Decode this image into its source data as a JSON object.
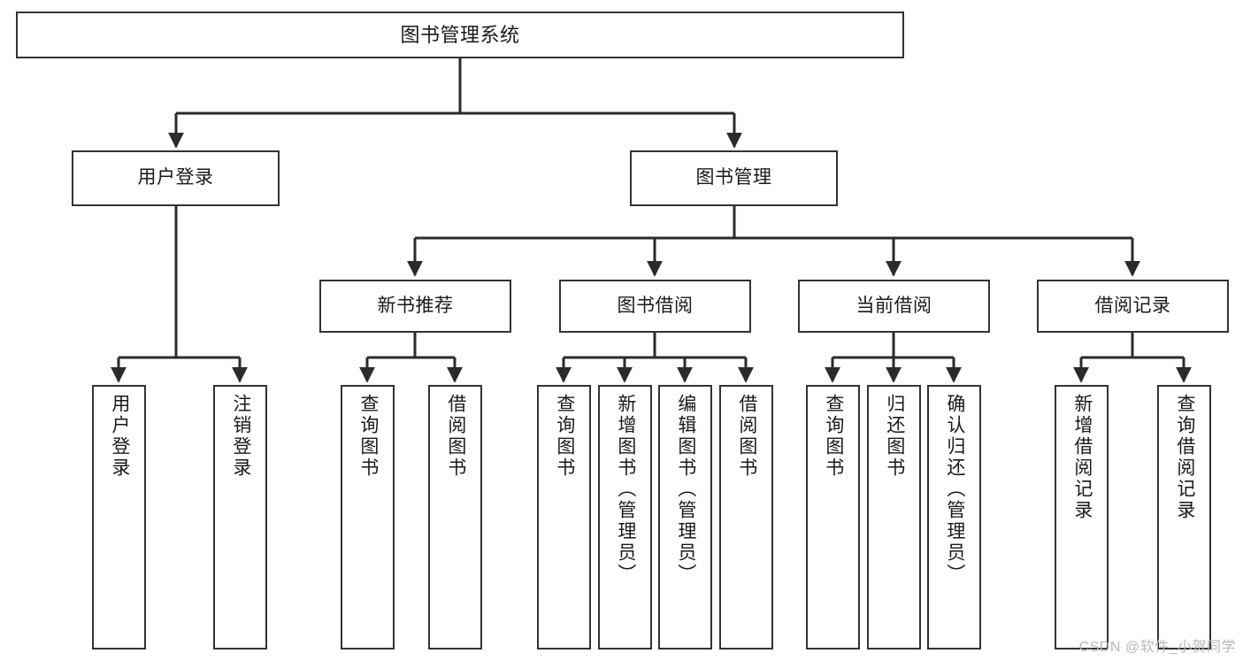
{
  "diagram": {
    "title": "图书管理系统",
    "type": "hierarchy-tree",
    "colors": {
      "box_border": "#333333",
      "box_fill": "#ffffff",
      "connector": "#2b2b2b",
      "text": "#1a1a1a",
      "watermark": "#b9b9b9"
    },
    "levels": {
      "root": {
        "label": "图书管理系统"
      },
      "level2": [
        {
          "id": "user-login",
          "label": "用户登录"
        },
        {
          "id": "book-manage",
          "label": "图书管理"
        }
      ],
      "level3": [
        {
          "id": "new-book-recommend",
          "label": "新书推荐"
        },
        {
          "id": "book-borrow",
          "label": "图书借阅"
        },
        {
          "id": "current-borrow",
          "label": "当前借阅"
        },
        {
          "id": "borrow-record",
          "label": "借阅记录"
        }
      ],
      "leaves": [
        {
          "id": "leaf-user-login",
          "label": "用户登录",
          "parent": "user-login"
        },
        {
          "id": "leaf-user-logout",
          "label": "注销登录",
          "parent": "user-login"
        },
        {
          "id": "leaf-query-book-1",
          "label": "查询图书",
          "parent": "new-book-recommend"
        },
        {
          "id": "leaf-borrow-book-1",
          "label": "借阅图书",
          "parent": "new-book-recommend"
        },
        {
          "id": "leaf-query-book-2",
          "label": "查询图书",
          "parent": "book-borrow"
        },
        {
          "id": "leaf-add-book",
          "label": "新增图书（管理员）",
          "parent": "book-borrow"
        },
        {
          "id": "leaf-edit-book",
          "label": "编辑图书（管理员）",
          "parent": "book-borrow"
        },
        {
          "id": "leaf-borrow-book-2",
          "label": "借阅图书",
          "parent": "book-borrow"
        },
        {
          "id": "leaf-query-book-3",
          "label": "查询图书",
          "parent": "current-borrow"
        },
        {
          "id": "leaf-return-book",
          "label": "归还图书",
          "parent": "current-borrow"
        },
        {
          "id": "leaf-confirm-return",
          "label": "确认归还（管理员）",
          "parent": "current-borrow"
        },
        {
          "id": "leaf-add-record",
          "label": "新增借阅记录",
          "parent": "borrow-record"
        },
        {
          "id": "leaf-query-record",
          "label": "查询借阅记录",
          "parent": "borrow-record"
        }
      ]
    }
  },
  "watermark": {
    "text": "CSDN @软件_小贺同学"
  }
}
